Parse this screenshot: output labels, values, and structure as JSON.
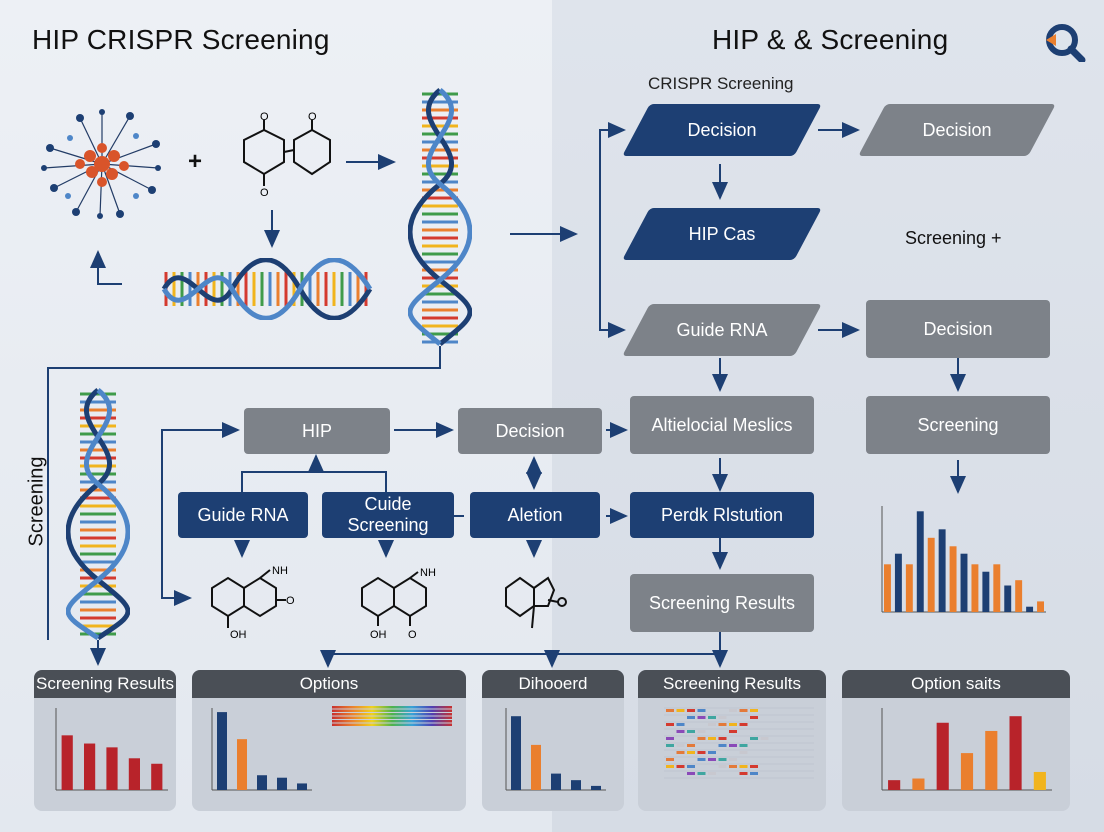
{
  "header": {
    "left_title": "HIP CRISPR Screening",
    "right_title": "HIP & & Screening",
    "crispr_subtitle": "CRISPR Screening",
    "logo_icon": "magnifier-logo-icon"
  },
  "side_label": "Screening",
  "plus_sign": "+",
  "flow": {
    "decision_top": "Decision",
    "decision_top_right": "Decision",
    "hip_cas": "HIP Cas",
    "screening_plus": "Screening +",
    "guide_rna_grey": "Guide RNA",
    "decision_right": "Decision",
    "altielocial": "Altielocial Meslics",
    "screening_right": "Screening",
    "hip": "HIP",
    "decision_mid": "Decision",
    "guide_rna": "Guide RNA",
    "cuide_screening": "Cuide Screening",
    "aletion": "Aletion",
    "perdk": "Perdk Rlstution",
    "screening_results_box": "Screening Results"
  },
  "molecule_labels": [
    "NH",
    "O",
    "OH",
    "O",
    "NH",
    "O",
    "OH",
    "O"
  ],
  "colors": {
    "navy": "#1d3f73",
    "grey": "#7d8289",
    "bar_blue": "#1d3f73",
    "bar_orange": "#ea7f2e",
    "bar_red": "#b8232a",
    "panel_header": "#4a4f56"
  },
  "bottom_panels": [
    {
      "title": "Screening Results"
    },
    {
      "title": "Options"
    },
    {
      "title": "Dihooerd"
    },
    {
      "title": "Screening Results"
    },
    {
      "title": "Option saits"
    }
  ],
  "chart_data": [
    {
      "type": "bar",
      "series": [
        {
          "color": "#ea7f2e",
          "values": [
            45,
            45,
            70,
            62,
            45,
            45,
            30,
            10
          ]
        },
        {
          "color": "#1d3f73",
          "values": [
            55,
            95,
            78,
            55,
            38,
            25,
            5
          ]
        }
      ],
      "ylim": [
        0,
        100
      ]
    },
    {
      "type": "bar",
      "values": [
        100,
        85,
        78,
        58,
        48
      ],
      "ylim": [
        0,
        150
      ]
    },
    {
      "type": "bar",
      "values": [
        95,
        62,
        18,
        15,
        8
      ],
      "ylim": [
        0,
        100
      ]
    },
    {
      "type": "bar",
      "values": [
        90,
        55,
        20,
        12,
        5
      ],
      "ylim": [
        0,
        100
      ]
    },
    {
      "type": "heatmap"
    },
    {
      "type": "bar",
      "values": [
        12,
        14,
        82,
        45,
        72,
        90,
        22
      ],
      "ylim": [
        0,
        100
      ]
    }
  ]
}
